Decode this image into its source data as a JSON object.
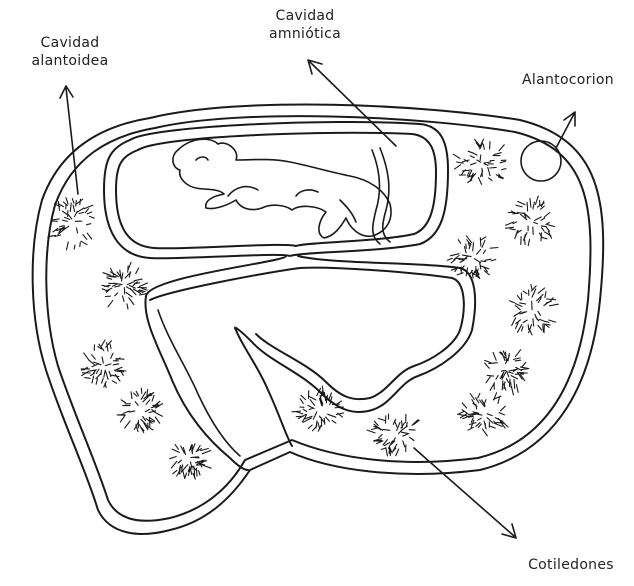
{
  "labels": {
    "cavidad_alantoidea": [
      "Cavidad",
      "alantoidea"
    ],
    "cavidad_amniotica": [
      "Cavidad",
      "amniótica"
    ],
    "alantocorion": "Alantocorion",
    "cotiledones": "Cotiledones"
  },
  "colors": {
    "line": "#1a1a1a",
    "text": "#222222",
    "background": "#ffffff"
  }
}
